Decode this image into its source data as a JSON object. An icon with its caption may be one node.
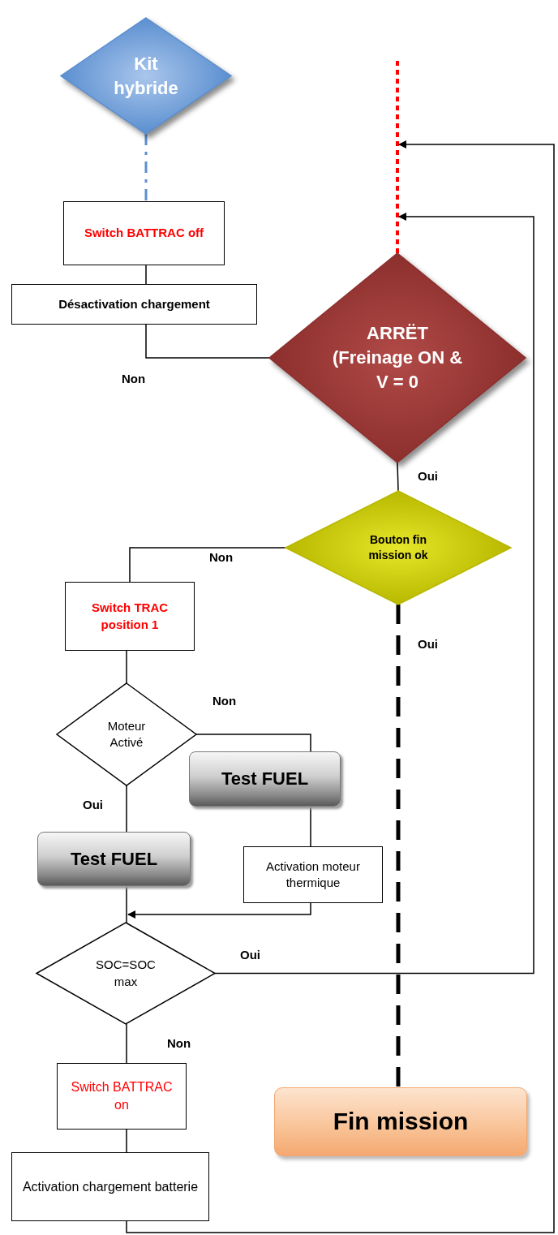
{
  "diagram": {
    "nodes": [
      {
        "text": [
          "Kit hybride"
        ]
      },
      {
        "text": [
          "Switch BATTRAC off"
        ]
      },
      {
        "text": [
          "Désactivation  chargement"
        ]
      },
      {
        "text": [
          "ARRËT (Freinage ON & V = 0"
        ]
      },
      {
        "text": [
          "Bouton fin mission ok"
        ]
      },
      {
        "text": [
          "Switch TRAC position 1"
        ]
      },
      {
        "text": [
          "Moteur Activé"
        ]
      },
      {
        "text": [
          "Test FUEL"
        ]
      },
      {
        "text": [
          "Test FUEL"
        ]
      },
      {
        "text": [
          "Activation moteur thermique"
        ]
      },
      {
        "text": [
          "SOC=SOC max"
        ]
      },
      {
        "text": [
          "Switch BATTRAC on"
        ]
      },
      {
        "text": [
          "Activation chargement batterie"
        ]
      },
      {
        "text": [
          "Fin mission"
        ]
      }
    ],
    "edges": [
      {
        "from": 0,
        "to": 1,
        "arrow": "none",
        "style": "dashed",
        "color": "#5b8fd0"
      },
      {
        "from": 1,
        "to": 2,
        "arrow": "none"
      },
      {
        "from": 3,
        "to": 2,
        "arrow": "none",
        "label": "Non"
      },
      {
        "from": null,
        "to": 3,
        "arrow": "none",
        "style": "dashed",
        "color": "#ff0000"
      },
      {
        "from": 3,
        "to": 4,
        "arrow": "none",
        "label": "Oui"
      },
      {
        "from": 4,
        "to": 5,
        "arrow": "none",
        "label": "Non"
      },
      {
        "from": 4,
        "to": 13,
        "arrow": "none",
        "label": "Oui",
        "style": "dashed"
      },
      {
        "from": 5,
        "to": 6,
        "arrow": "none"
      },
      {
        "from": 6,
        "to": 7,
        "arrow": "none",
        "label": "Non"
      },
      {
        "from": 6,
        "to": 8,
        "arrow": "none",
        "label": "Oui"
      },
      {
        "from": 7,
        "to": 9,
        "arrow": "none"
      },
      {
        "from": 9,
        "to": 10,
        "arrow": "to"
      },
      {
        "from": 8,
        "to": 10,
        "arrow": "none"
      },
      {
        "from": 10,
        "to": null,
        "arrow": "to",
        "label": "Oui"
      },
      {
        "from": 12,
        "to": null,
        "arrow": "to"
      },
      {
        "from": 10,
        "to": 11,
        "arrow": "none",
        "label": "Non"
      },
      {
        "from": 11,
        "to": 12,
        "arrow": "none"
      }
    ]
  }
}
